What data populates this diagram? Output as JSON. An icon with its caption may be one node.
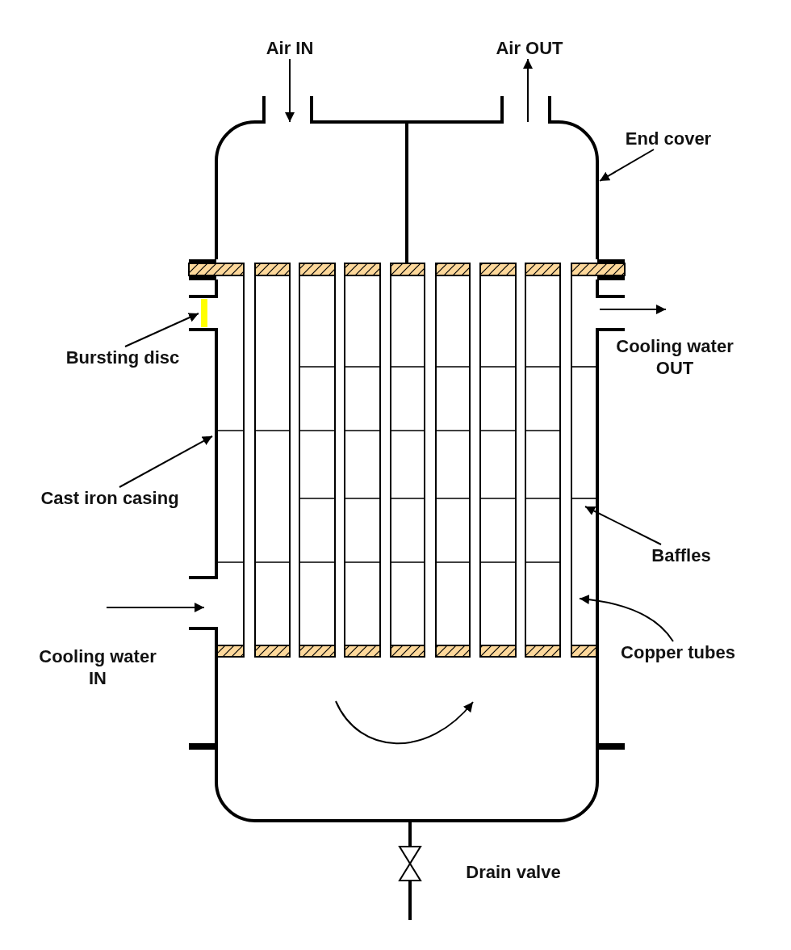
{
  "diagram": {
    "nodes": [
      {
        "text": [
          "Air IN"
        ]
      },
      {
        "text": [
          "Air OUT"
        ]
      },
      {
        "text": [
          "End cover"
        ]
      },
      {
        "text": [
          "Bursting disc"
        ]
      },
      {
        "text": [
          "Cast iron casing"
        ]
      },
      {
        "text": [
          "Baffles"
        ]
      },
      {
        "text": [
          "Copper tubes"
        ]
      }
    ],
    "edges": [
      {
        "from": 0,
        "to": null,
        "arrow": "to"
      },
      {
        "from": null,
        "to": 1,
        "arrow": "to"
      },
      {
        "from": 2,
        "to": null,
        "arrow": "to"
      },
      {
        "from": 3,
        "to": null,
        "arrow": "to"
      },
      {
        "from": 4,
        "to": null,
        "arrow": "to"
      },
      {
        "from": 5,
        "to": null,
        "arrow": "to"
      },
      {
        "from": 6,
        "to": null,
        "arrow": "to"
      }
    ],
    "labels": [
      "Cooling water OUT",
      "Cooling water IN",
      "Drain valve"
    ]
  }
}
